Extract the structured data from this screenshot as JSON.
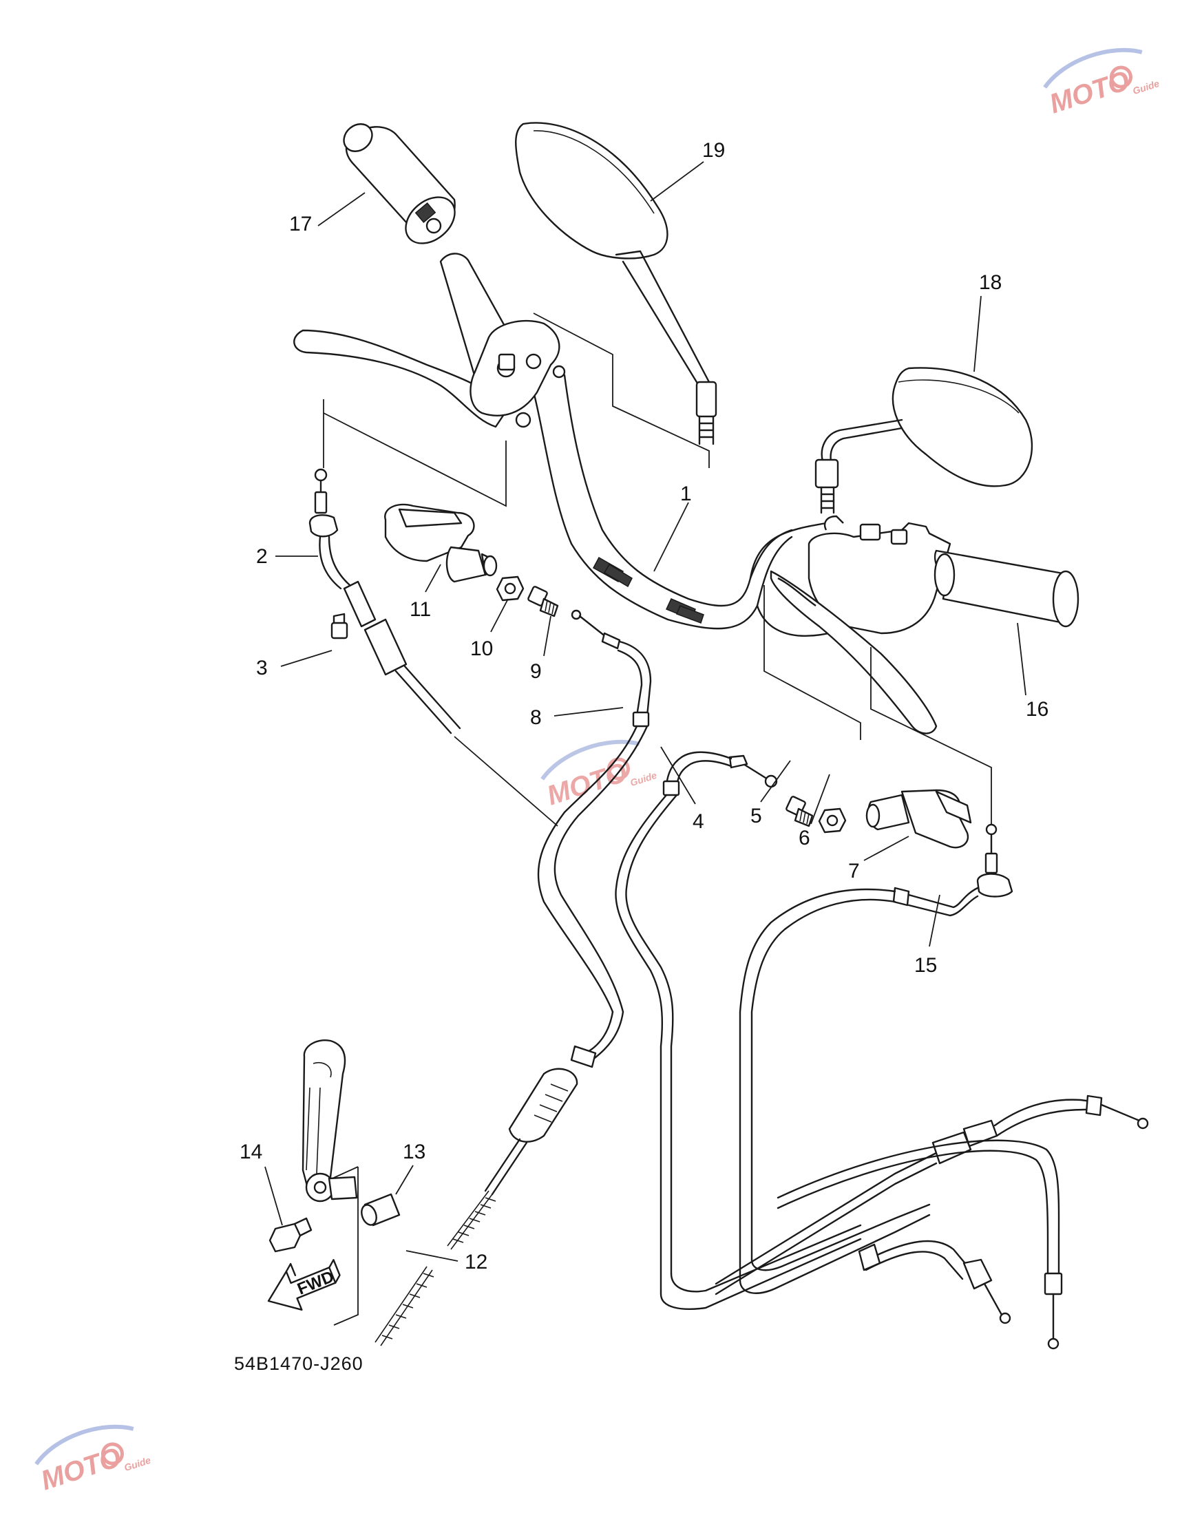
{
  "diagram_code": "54B1470-J260",
  "fwd_label": "FWD",
  "watermark": {
    "brand": "MOTO",
    "tag": "Guide",
    "color_main": "#d9534f",
    "color_accent": "#7a8fd0"
  },
  "callouts": [
    "1",
    "2",
    "3",
    "4",
    "5",
    "6",
    "7",
    "8",
    "9",
    "10",
    "11",
    "12",
    "13",
    "14",
    "15",
    "16",
    "17",
    "18",
    "19"
  ]
}
